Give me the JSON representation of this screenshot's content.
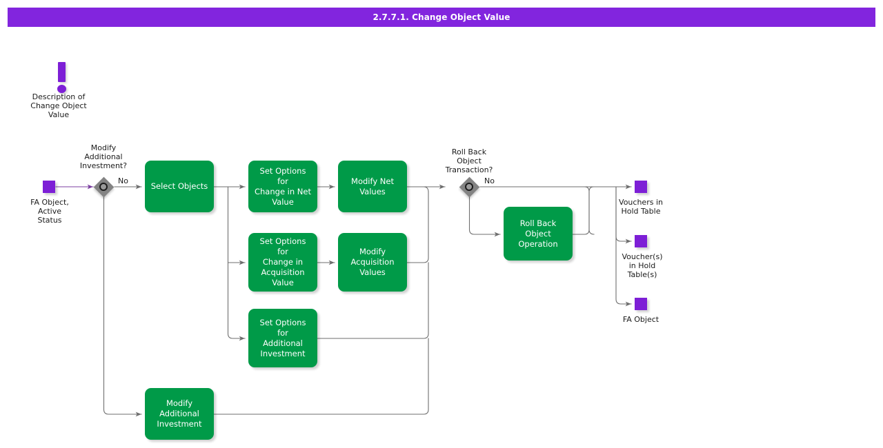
{
  "title_bar": {
    "title": "2.7.7.1. Change Object Value",
    "bg_color": "#8225DE",
    "text_color": "#FFFFFF"
  },
  "colors": {
    "process_green": "#009A48",
    "terminator_purple": "#7D1FD6",
    "decision_gray": "#838383",
    "connector_gray": "#6E6E6E",
    "start_connector_purple": "#7B3FA0"
  },
  "note": {
    "icon": "exclamation-icon",
    "label": "Description of\nChange Object\nValue"
  },
  "start_node": {
    "icon": "terminator-square",
    "label": "FA Object,\nActive\nStatus"
  },
  "decisions": [
    {
      "id": "modify-additional-investment",
      "label": "Modify\nAdditional\nInvestment?",
      "branch_label": "No"
    },
    {
      "id": "roll-back-object-transaction",
      "label": "Roll Back\nObject\nTransaction?",
      "branch_label": "No"
    }
  ],
  "processes": [
    {
      "id": "select-objects",
      "label": "Select Objects"
    },
    {
      "id": "set-options-change-net-value",
      "label": "Set Options for\nChange in Net\nValue"
    },
    {
      "id": "modify-net-values",
      "label": "Modify Net\nValues"
    },
    {
      "id": "set-options-change-acq-value",
      "label": "Set Options for\nChange in\nAcquisition\nValue"
    },
    {
      "id": "modify-acquisition-values",
      "label": "Modify\nAcquisition\nValues"
    },
    {
      "id": "set-options-additional-invest",
      "label": "Set Options for\nAdditional\nInvestment"
    },
    {
      "id": "modify-additional-investment",
      "label": "Modify\nAdditional\nInvestment"
    },
    {
      "id": "roll-back-object-operation",
      "label": "Roll Back Object\nOperation"
    }
  ],
  "end_nodes": [
    {
      "id": "vouchers-in-hold-table",
      "label": "Vouchers in\nHold Table"
    },
    {
      "id": "vouchers-in-hold-tables",
      "label": "Voucher(s)\nin Hold\nTable(s)"
    },
    {
      "id": "fa-object",
      "label": "FA Object"
    }
  ]
}
